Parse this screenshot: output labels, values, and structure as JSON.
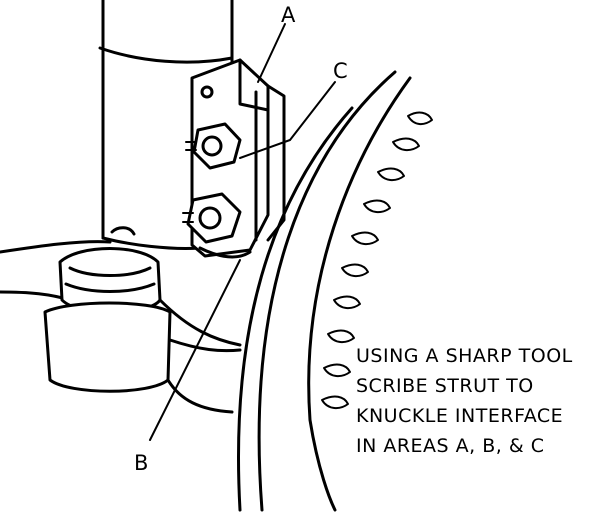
{
  "callouts": {
    "a": "A",
    "b": "B",
    "c": "C"
  },
  "instruction": {
    "line1": "USING A SHARP TOOL",
    "line2": "SCRIBE STRUT TO",
    "line3": "KNUCKLE INTERFACE",
    "line4": "IN AREAS A, B, & C"
  }
}
